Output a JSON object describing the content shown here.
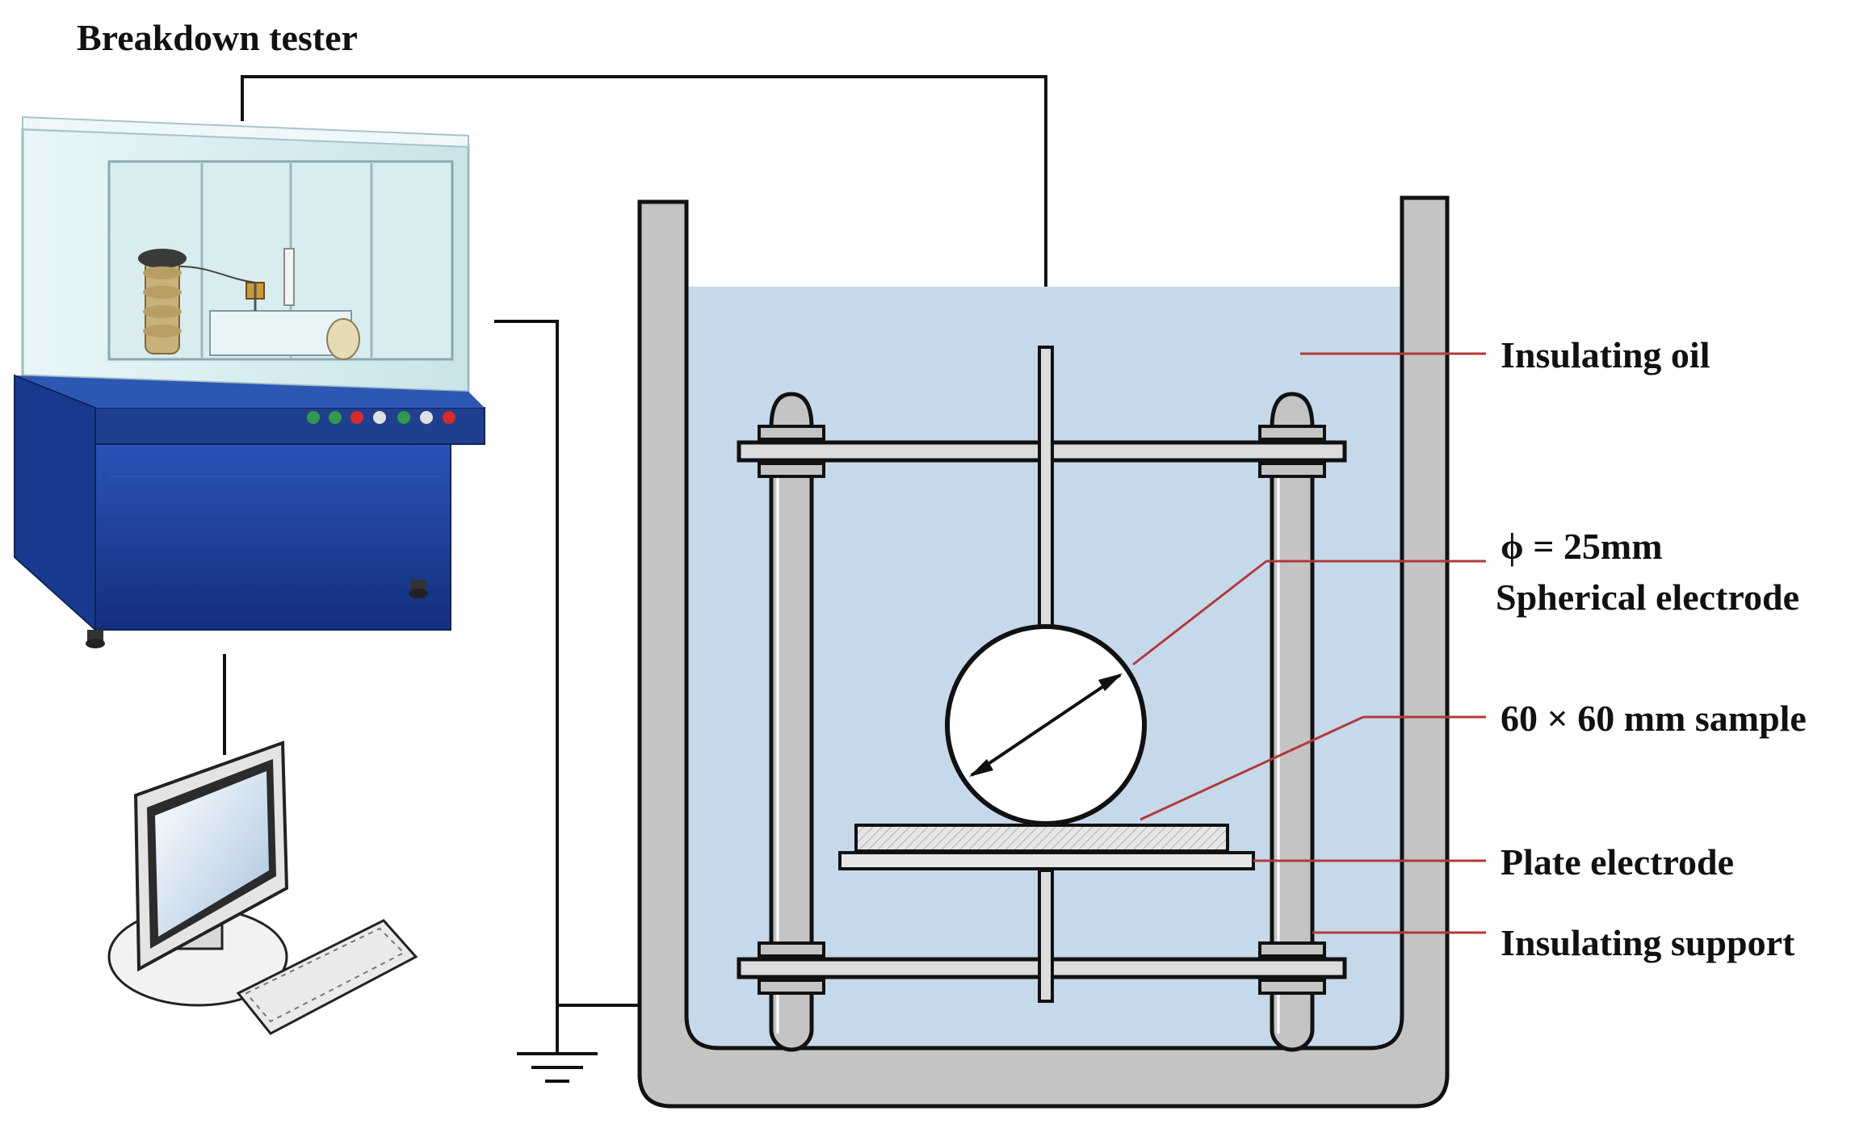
{
  "title": "Breakdown tester",
  "labels": {
    "insulating_oil": "Insulating oil",
    "electrode_diameter": "ϕ = 25mm",
    "spherical_electrode": "Spherical electrode",
    "sample": "60 × 60 mm sample",
    "plate_electrode": "Plate electrode",
    "insulating_support": "Insulating support"
  },
  "colors": {
    "oil": "#c6d9ea",
    "vessel": "#c4c4c4",
    "leader_line": "#b23a3a",
    "tester_cabinet": "#1c3f9a",
    "tester_hood": "#d7eef2",
    "wire": "#111111"
  },
  "icons": {
    "ground": "ground-symbol-icon",
    "computer": "computer-icon",
    "tester": "breakdown-tester-machine-icon"
  }
}
